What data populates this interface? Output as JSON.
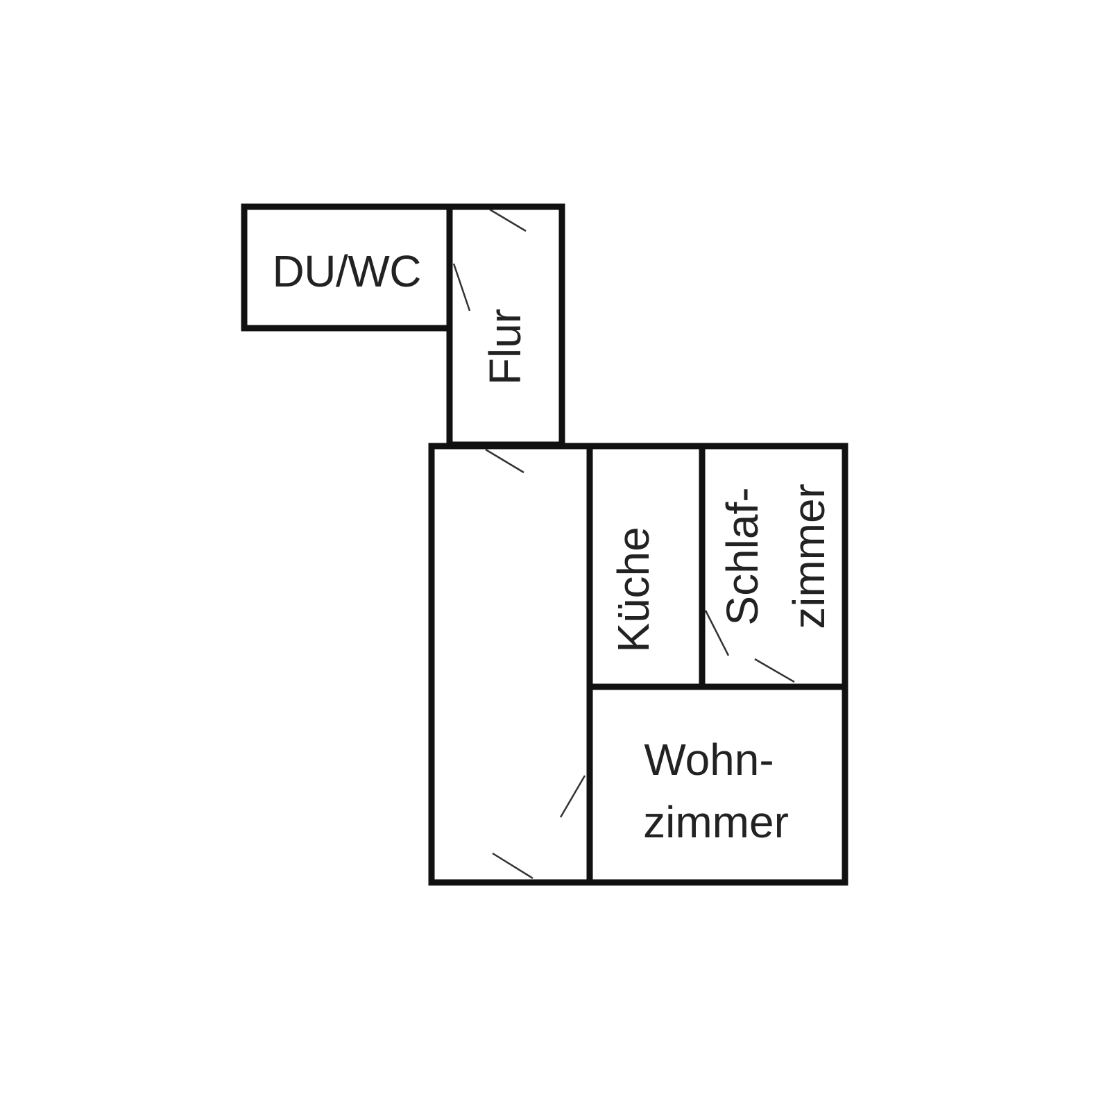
{
  "rooms": {
    "bath": "DU/WC",
    "hall": "Flur",
    "kitchen": "Küche",
    "bedroom_line1": "Schlaf-",
    "bedroom_line2": "zimmer",
    "living_line1": "Wohn-",
    "living_line2": "zimmer"
  }
}
